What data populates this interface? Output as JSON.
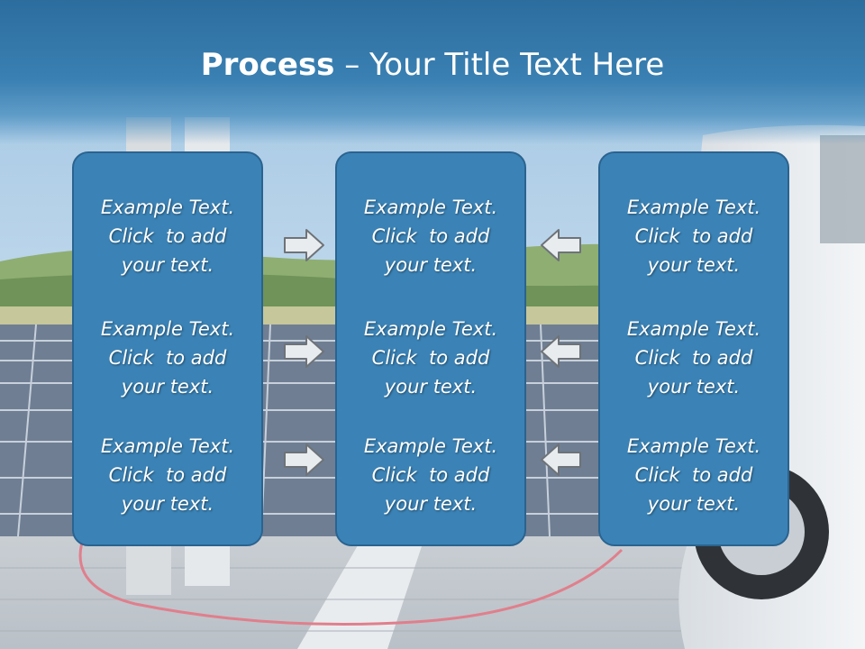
{
  "slide": {
    "title_bold": "Process",
    "title_rest": " – Your Title Text Here",
    "panels": [
      {
        "cells": [
          {
            "l1": "Example Text.",
            "l2": "Click  to add",
            "l3": "your text."
          },
          {
            "l1": "Example Text.",
            "l2": "Click  to add",
            "l3": "your text."
          },
          {
            "l1": "Example Text.",
            "l2": "Click  to add",
            "l3": "your text."
          }
        ]
      },
      {
        "cells": [
          {
            "l1": "Example Text.",
            "l2": "Click  to add",
            "l3": "your text."
          },
          {
            "l1": "Example Text.",
            "l2": "Click  to add",
            "l3": "your text."
          },
          {
            "l1": "Example Text.",
            "l2": "Click  to add",
            "l3": "your text."
          }
        ]
      },
      {
        "cells": [
          {
            "l1": "Example Text.",
            "l2": "Click  to add",
            "l3": "your text."
          },
          {
            "l1": "Example Text.",
            "l2": "Click  to add",
            "l3": "your text."
          },
          {
            "l1": "Example Text.",
            "l2": "Click  to add",
            "l3": "your text."
          }
        ]
      }
    ],
    "arrows": [
      {
        "icon": "arrow-right-icon"
      },
      {
        "icon": "arrow-left-icon"
      }
    ],
    "colors": {
      "title_band": "#2c6d9e",
      "panel_fill": "#3b83b6",
      "panel_border": "#2a6390",
      "arrow_fill": "#e9ecef",
      "arrow_stroke": "#6e7378"
    }
  }
}
